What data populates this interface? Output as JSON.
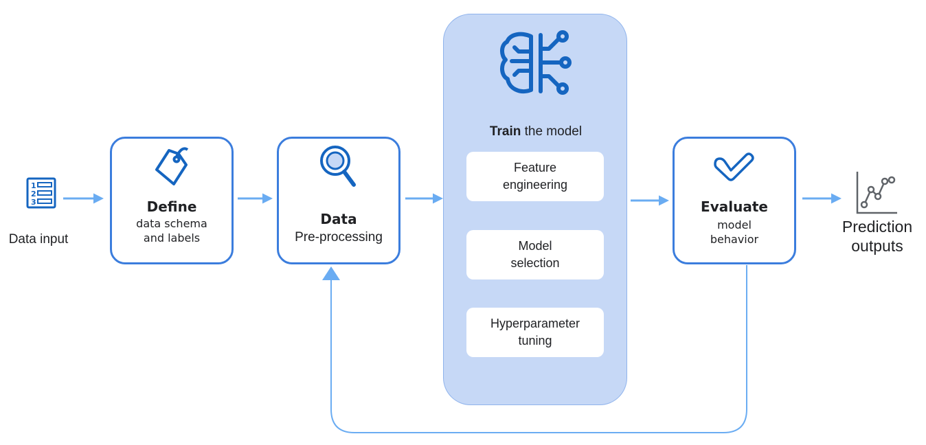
{
  "input": {
    "label": "Data input"
  },
  "define": {
    "title": "Define",
    "line1": "data schema",
    "line2": "and labels"
  },
  "preprocess": {
    "title": "Data",
    "subtitle": "Pre-processing"
  },
  "train": {
    "title_bold": "Train",
    "title_rest": " the model",
    "steps": [
      {
        "line1": "Feature",
        "line2": "engineering"
      },
      {
        "line1": "Model",
        "line2": "selection"
      },
      {
        "line1": "Hyperparameter",
        "line2": "tuning"
      }
    ]
  },
  "evaluate": {
    "title": "Evaluate",
    "line1": "model",
    "line2": "behavior"
  },
  "output": {
    "line1": "Prediction",
    "line2": "outputs"
  },
  "colors": {
    "accent": "#3b7ddd",
    "connector": "#6aacf2",
    "panel": "#c6d8f6",
    "icon": "#1565c0"
  }
}
